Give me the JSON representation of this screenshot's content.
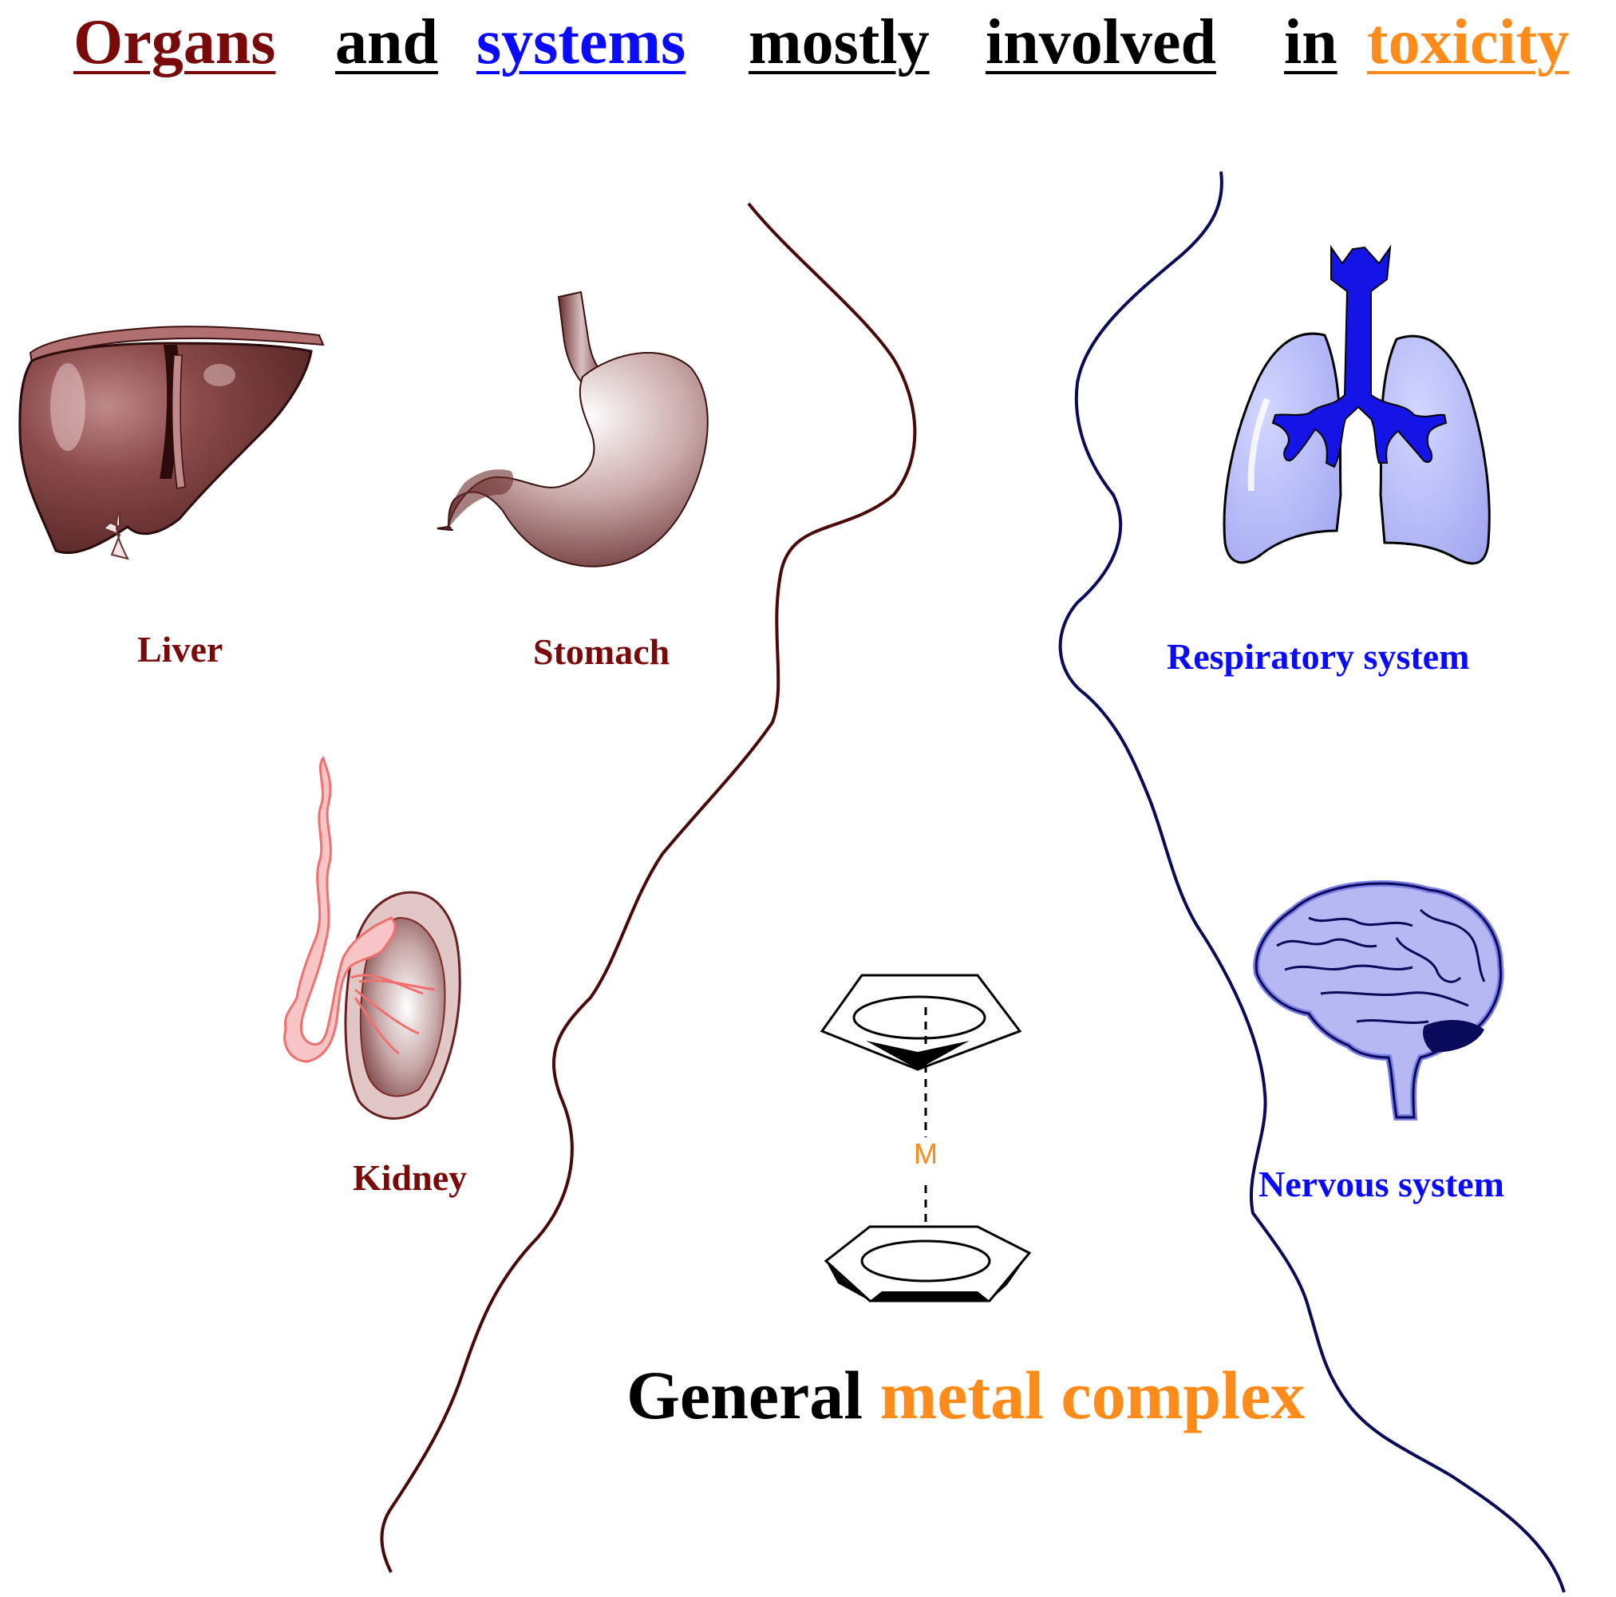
{
  "title": {
    "words": [
      {
        "text": "Organs",
        "color": "#7a0a0a"
      },
      {
        "text": "and",
        "color": "#000000"
      },
      {
        "text": "systems",
        "color": "#0a0aff"
      },
      {
        "text": "mostly",
        "color": "#000000"
      },
      {
        "text": "involved",
        "color": "#000000"
      },
      {
        "text": "in",
        "color": "#000000"
      },
      {
        "text": "toxicity",
        "color": "#ff8c1a"
      }
    ]
  },
  "organs": {
    "liver": "Liver",
    "stomach": "Stomach",
    "kidney": "Kidney"
  },
  "systems": {
    "respiratory": "Respiratory system",
    "nervous": "Nervous system"
  },
  "complex": {
    "metal_symbol": "M",
    "caption_part1": "General",
    "caption_part2": "metal complex"
  },
  "colors": {
    "organ_label": "#7a0a0a",
    "system_label": "#0a0aff",
    "metal": "#ff8c1a",
    "left_divider": "#4a0808",
    "right_divider": "#0a0a5a"
  }
}
